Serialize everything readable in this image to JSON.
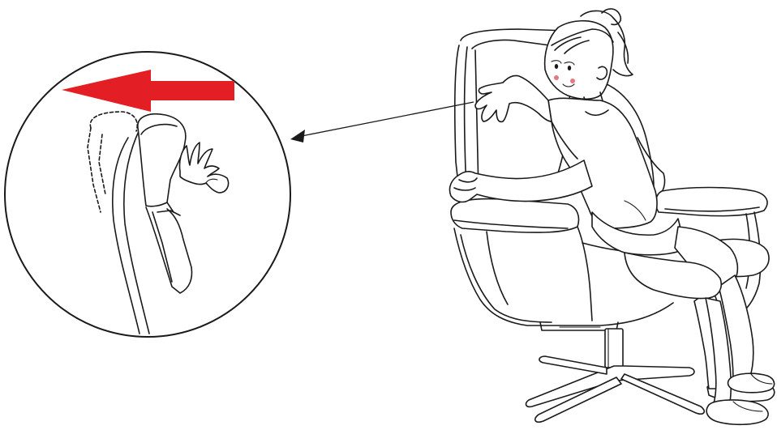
{
  "illustration": {
    "arrow_color": "#e31e24",
    "line_color": "#1a1a1a",
    "background_color": "#ffffff",
    "icons": [
      "left-arrow-icon",
      "leader-arrow-icon"
    ],
    "components": [
      "detail-magnifier-circle",
      "headrest-detail",
      "hand-pushing-backrest",
      "recliner-chair",
      "woman-figure",
      "star-base",
      "footrest-ottoman"
    ]
  }
}
